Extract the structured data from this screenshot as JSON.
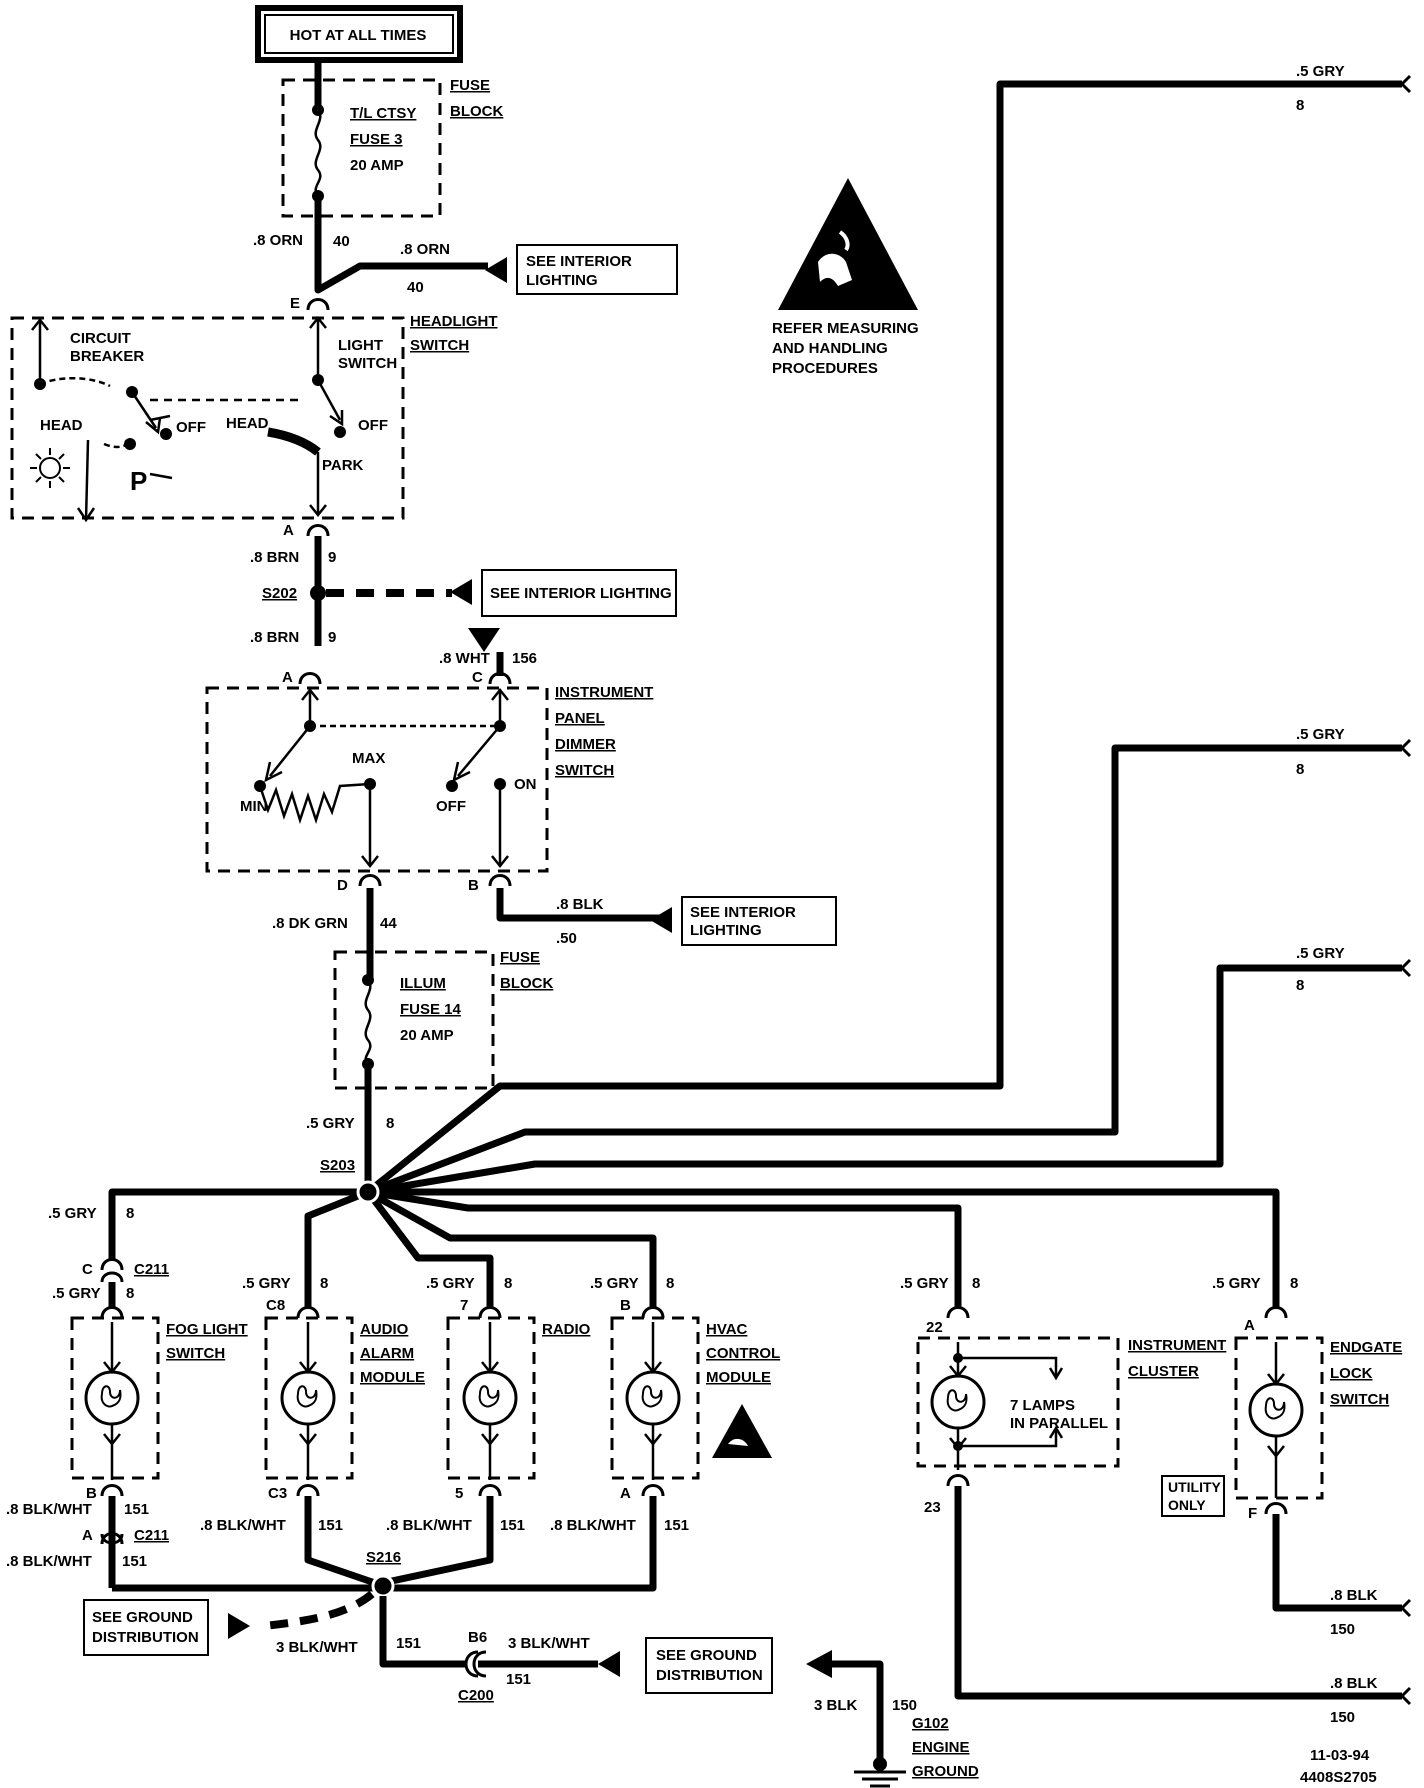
{
  "power_source": "HOT AT ALL TIMES",
  "fuse_block_top": {
    "label1": "FUSE",
    "label2": "BLOCK",
    "fuse_name": "T/L CTSY",
    "fuse_num": "FUSE 3",
    "fuse_amp": "20 AMP"
  },
  "wire_orn_left": {
    "gauge": ".8 ORN",
    "circuit": "40"
  },
  "wire_orn_right": {
    "gauge": ".8 ORN",
    "circuit": "40"
  },
  "see_interior_1": {
    "line1": "SEE INTERIOR",
    "line2": "LIGHTING"
  },
  "esd_note": {
    "line1": "REFER MEASURING",
    "line2": "AND HANDLING",
    "line3": "PROCEDURES"
  },
  "headlight_switch": {
    "label1": "HEADLIGHT",
    "label2": "SWITCH",
    "pin_e": "E",
    "pin_a": "A",
    "circuit_breaker1": "CIRCUIT",
    "circuit_breaker2": "BREAKER",
    "light_switch1": "LIGHT",
    "light_switch2": "SWITCH",
    "head_left": "HEAD",
    "off_left": "OFF",
    "p_label": "P",
    "head_right": "HEAD",
    "off_right": "OFF",
    "park": "PARK"
  },
  "wire_brn_1": {
    "gauge": ".8 BRN",
    "circuit": "9"
  },
  "splice_s202": "S202",
  "see_interior_2": "SEE INTERIOR LIGHTING",
  "wire_brn_2": {
    "gauge": ".8 BRN",
    "circuit": "9"
  },
  "wire_wht": {
    "gauge": ".8 WHT",
    "circuit": "156"
  },
  "dimmer_switch": {
    "label1": "INSTRUMENT",
    "label2": "PANEL",
    "label3": "DIMMER",
    "label4": "SWITCH",
    "pin_a": "A",
    "pin_c": "C",
    "pin_d": "D",
    "pin_b": "B",
    "min": "MIN",
    "max": "MAX",
    "off": "OFF",
    "on": "ON"
  },
  "wire_dkgrn": {
    "gauge": ".8 DK GRN",
    "circuit": "44"
  },
  "wire_blk_50": {
    "gauge": ".8 BLK",
    "circuit": ".50"
  },
  "see_interior_3": {
    "line1": "SEE INTERIOR",
    "line2": "LIGHTING"
  },
  "fuse_block_mid": {
    "label1": "FUSE",
    "label2": "BLOCK",
    "fuse_name": "ILLUM",
    "fuse_num": "FUSE 14",
    "fuse_amp": "20 AMP"
  },
  "wire_gry_main": {
    "gauge": ".5 GRY",
    "circuit": "8"
  },
  "splice_s203": "S203",
  "right_branches": [
    {
      "gauge": ".5 GRY",
      "circuit": "8"
    },
    {
      "gauge": ".5 GRY",
      "circuit": "8"
    },
    {
      "gauge": ".5 GRY",
      "circuit": "8"
    }
  ],
  "fog_light": {
    "wire_top": {
      "gauge": ".5 GRY",
      "circuit": "8"
    },
    "conn_pin": "C",
    "conn_name": "C211",
    "wire_top2": {
      "gauge": ".5 GRY",
      "circuit": "8"
    },
    "label1": "FOG LIGHT",
    "label2": "SWITCH",
    "pin_bottom": "B",
    "wire_bot": {
      "gauge": ".8 BLK/WHT",
      "circuit": "151"
    },
    "conn_bot_pin": "A",
    "conn_bot_name": "C211",
    "wire_bot2": {
      "gauge": ".8 BLK/WHT",
      "circuit": "151"
    }
  },
  "audio_alarm": {
    "wire_top": {
      "gauge": ".5 GRY",
      "circuit": "8"
    },
    "pin_top": "C8",
    "pin_bottom": "C3",
    "label1": "AUDIO",
    "label2": "ALARM",
    "label3": "MODULE",
    "wire_bot": {
      "gauge": ".8 BLK/WHT",
      "circuit": "151"
    }
  },
  "radio": {
    "wire_top": {
      "gauge": ".5 GRY",
      "circuit": "8"
    },
    "pin_top": "7",
    "pin_bottom": "5",
    "label1": "RADIO",
    "wire_bot": {
      "gauge": ".8 BLK/WHT",
      "circuit": "151"
    }
  },
  "hvac": {
    "wire_top": {
      "gauge": ".5 GRY",
      "circuit": "8"
    },
    "pin_top": "B",
    "pin_bottom": "A",
    "label1": "HVAC",
    "label2": "CONTROL",
    "label3": "MODULE",
    "wire_bot": {
      "gauge": ".8 BLK/WHT",
      "circuit": "151"
    }
  },
  "instrument_cluster": {
    "wire_top": {
      "gauge": ".5 GRY",
      "circuit": "8"
    },
    "pin_top": "22",
    "pin_bottom": "23",
    "label1": "INSTRUMENT",
    "label2": "CLUSTER",
    "lamps1": "7 LAMPS",
    "lamps2": "IN PARALLEL"
  },
  "endgate": {
    "wire_top": {
      "gauge": ".5 GRY",
      "circuit": "8"
    },
    "pin_top": "A",
    "pin_bottom": "F",
    "label1": "ENDGATE",
    "label2": "LOCK",
    "label3": "SWITCH",
    "utility1": "UTILITY",
    "utility2": "ONLY"
  },
  "blk_150_right": [
    {
      "gauge": ".8 BLK",
      "circuit": "150"
    },
    {
      "gauge": ".8 BLK",
      "circuit": "150"
    }
  ],
  "splice_s216": "S216",
  "ground_dist_left": {
    "line1": "SEE GROUND",
    "line2": "DISTRIBUTION"
  },
  "wire_3blkwht_left": "3 BLK/WHT",
  "wire_151_down": "151",
  "conn_c200": {
    "pin": "B6",
    "name": "C200",
    "circuit_below": "151"
  },
  "wire_3blkwht_right": "3 BLK/WHT",
  "ground_dist_right": {
    "line1": "SEE GROUND",
    "line2": "DISTRIBUTION"
  },
  "ground_g102": {
    "wire": "3 BLK",
    "circuit": "150",
    "name": "G102",
    "line2": "ENGINE",
    "line3": "GROUND"
  },
  "footer": {
    "date": "11-03-94",
    "code": "4408S2705"
  }
}
